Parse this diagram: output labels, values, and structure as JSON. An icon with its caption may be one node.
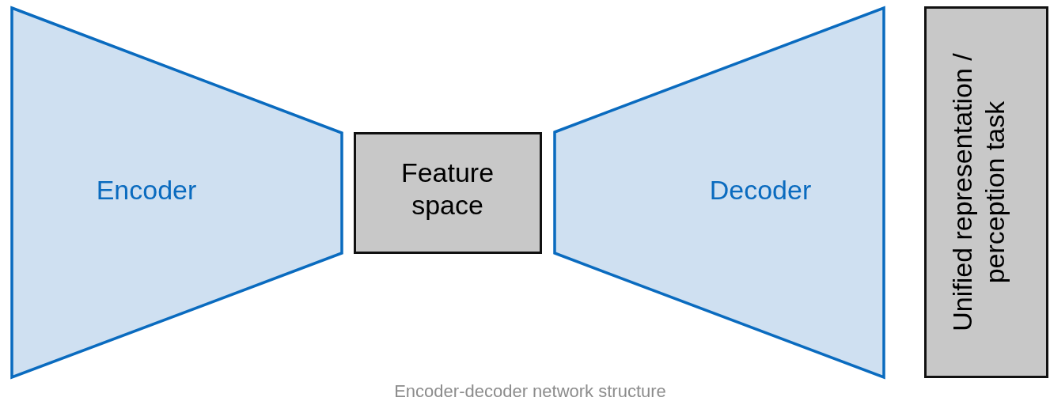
{
  "diagram": {
    "caption": "Encoder-decoder network structure",
    "nodes": [
      {
        "text": [
          "Encoder"
        ]
      },
      {
        "text": [
          "Feature space"
        ]
      },
      {
        "text": [
          "Decoder"
        ]
      },
      {
        "text": [
          "Unified representation / perception task"
        ]
      }
    ]
  }
}
